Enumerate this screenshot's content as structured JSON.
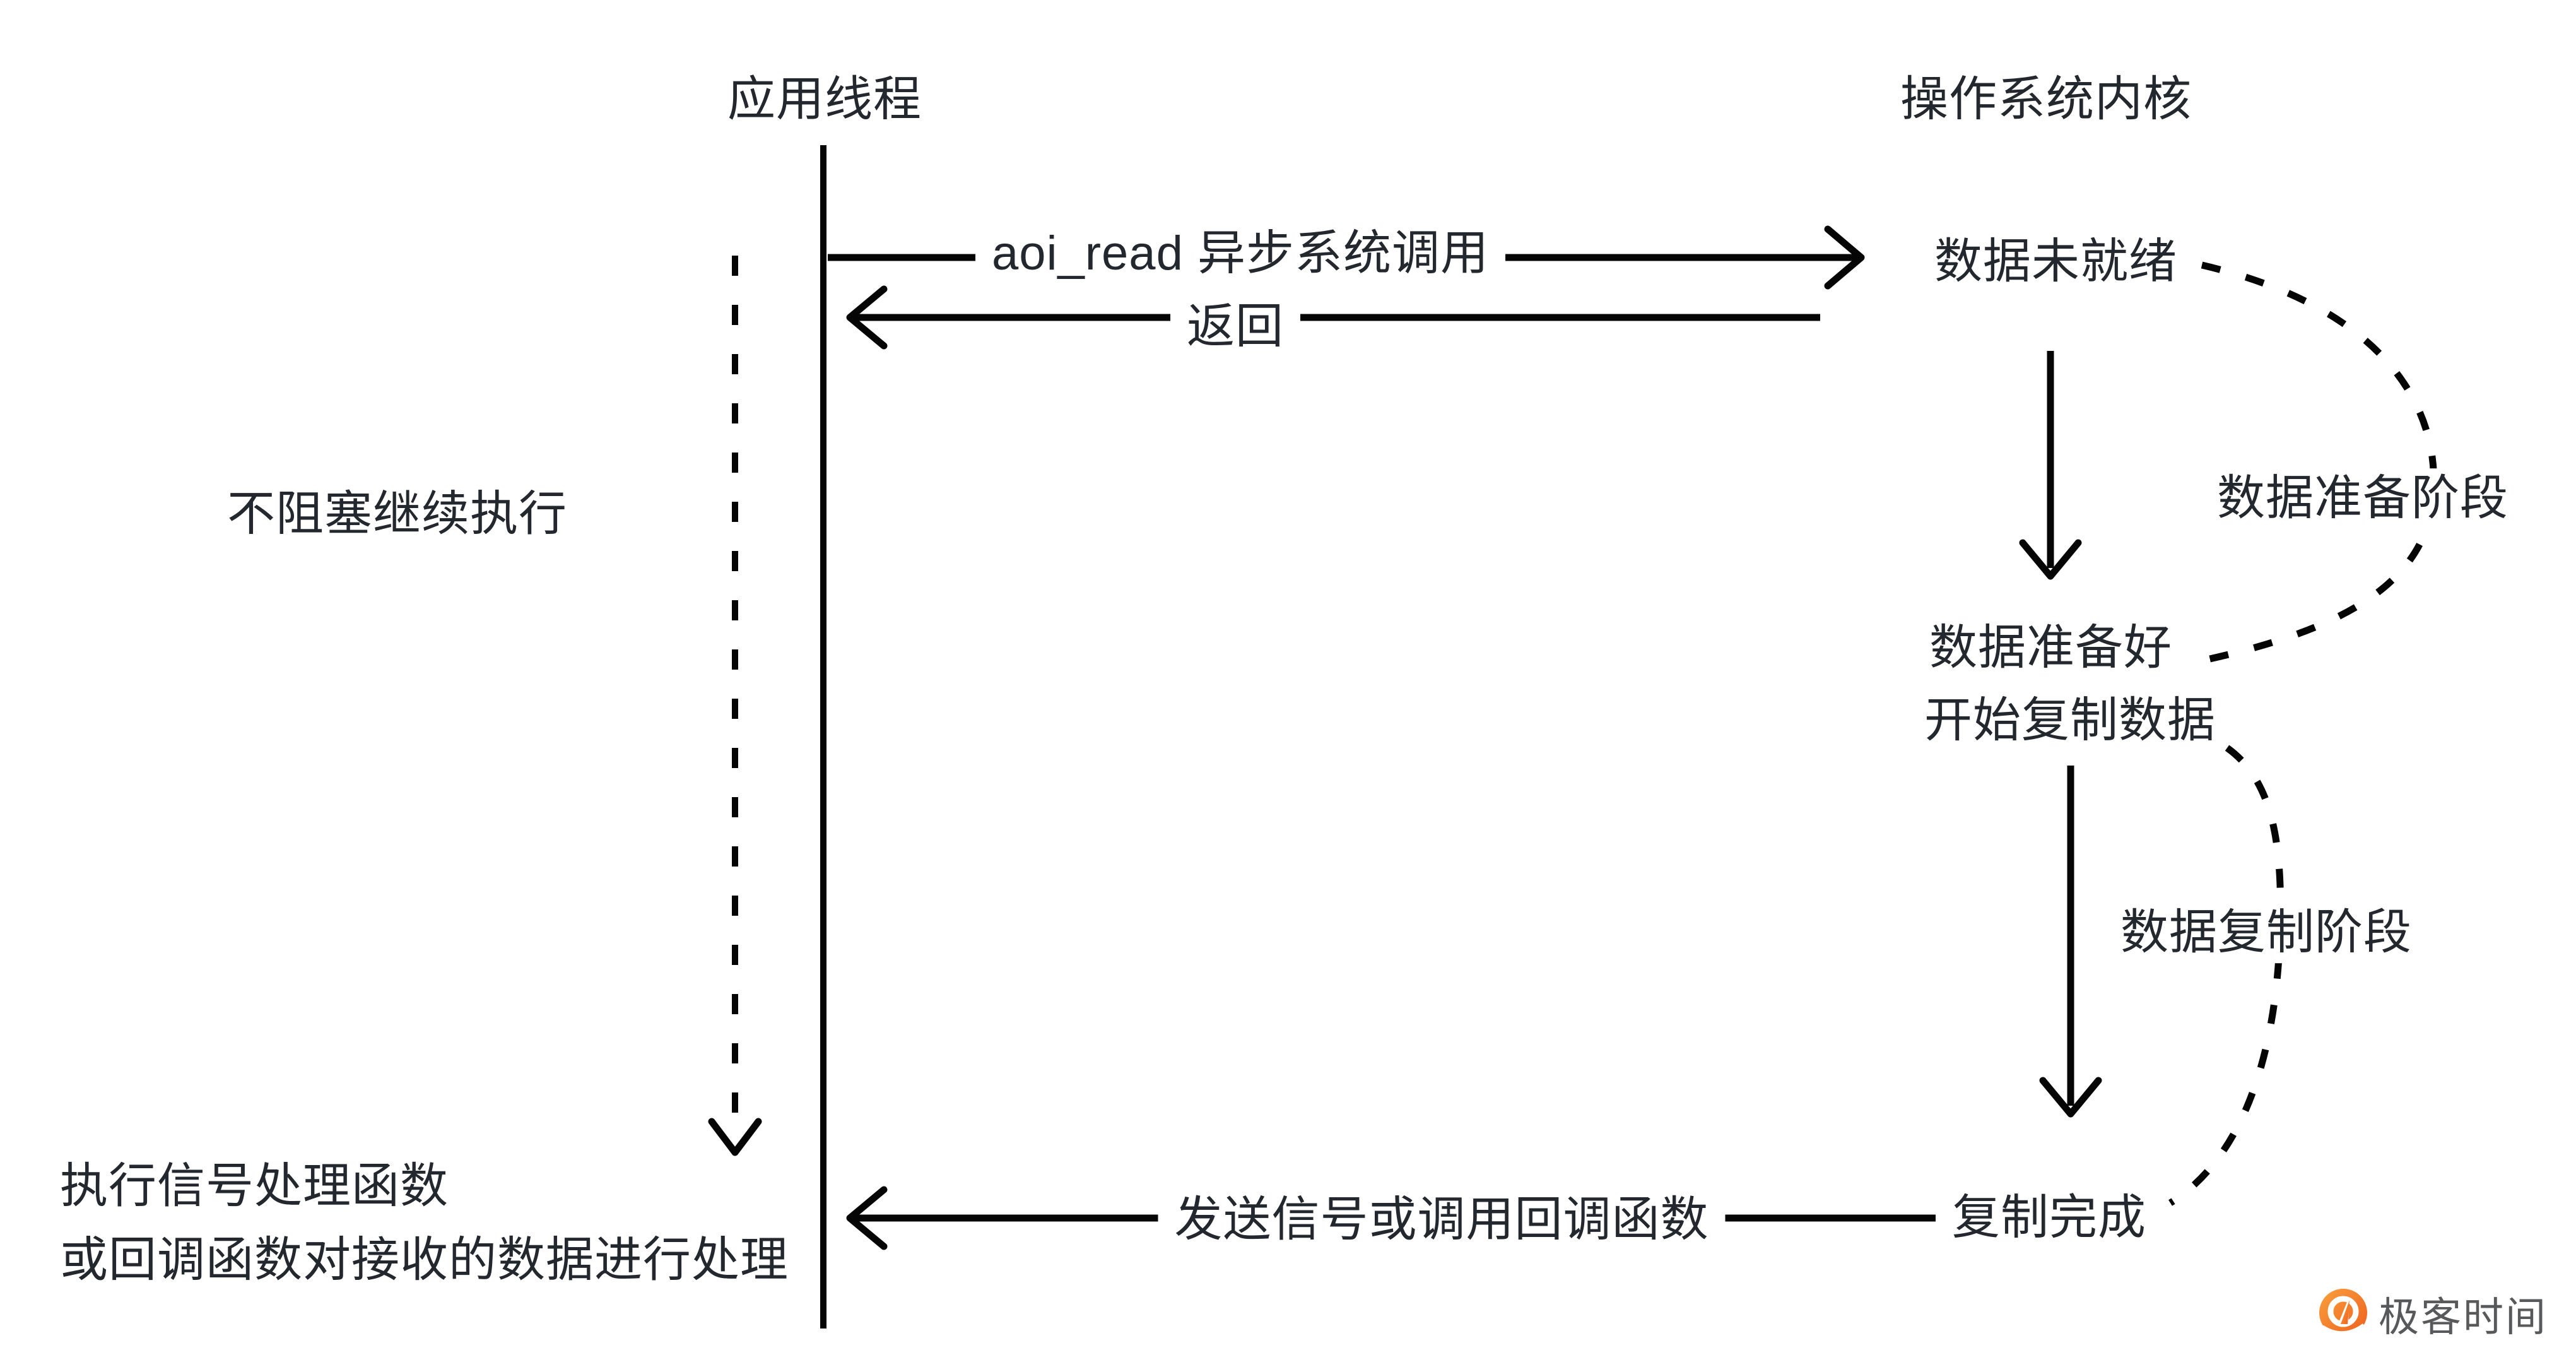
{
  "columns": {
    "app_thread": {
      "header": "应用线程"
    },
    "kernel": {
      "header": "操作系统内核"
    }
  },
  "flow": {
    "call_label": "aoi_read 异步系统调用",
    "return_label": "返回",
    "nonblocking_note": "不阻塞继续执行",
    "data_not_ready": "数据未就绪",
    "prepare_phase": "数据准备阶段",
    "data_ready_line1": "数据准备好",
    "data_ready_line2": "开始复制数据",
    "copy_phase": "数据复制阶段",
    "copy_done": "复制完成",
    "signal_label": "发送信号或调用回调函数",
    "handler_note_line1": "执行信号处理函数",
    "handler_note_line2": "或回调函数对接收的数据进行处理"
  },
  "branding": {
    "name": "极客时间"
  },
  "colors": {
    "text": "#23272E",
    "line": "#050505",
    "brand_orange": "#EE5F1E",
    "brand_orange_light": "#F9A13C",
    "brand_text": "#58595B"
  }
}
